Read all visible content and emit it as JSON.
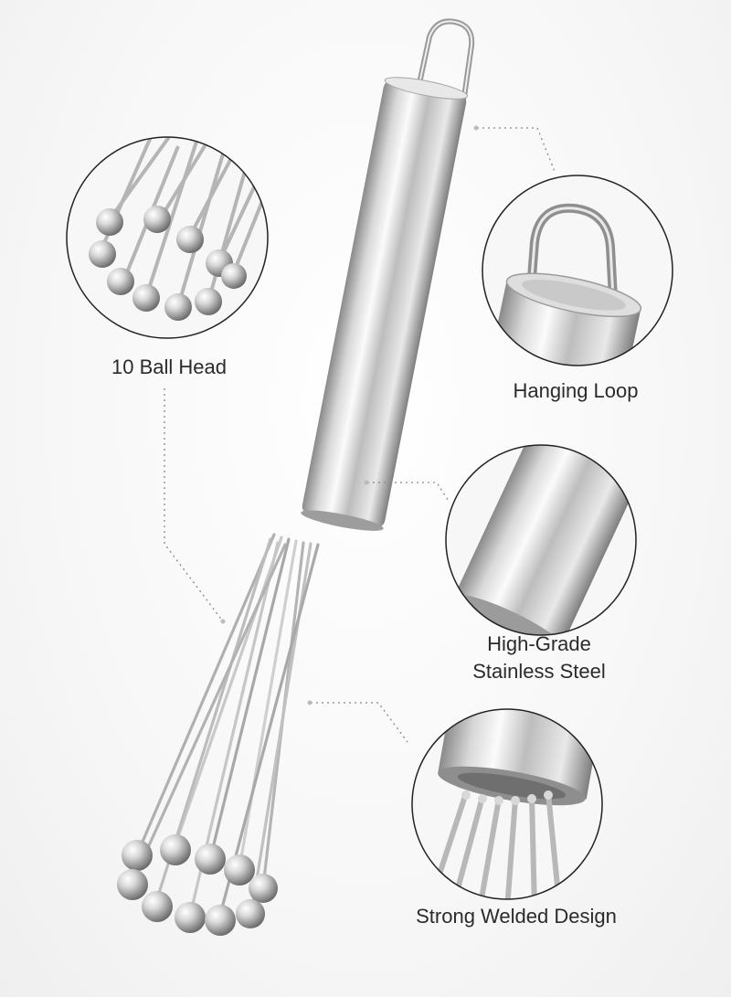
{
  "features": {
    "ball_head": "10 Ball Head",
    "hanging_loop": "Hanging Loop",
    "steel_line1": "High-Grade",
    "steel_line2": "Stainless Steel",
    "welded": "Strong Welded Design"
  },
  "colors": {
    "text": "#2b2b2b",
    "steel_light": "#f2f2f2",
    "steel_mid": "#c4c4c4",
    "steel_dark": "#7d7d7d",
    "circle_border": "#222222",
    "leader_dots": "#888888"
  }
}
